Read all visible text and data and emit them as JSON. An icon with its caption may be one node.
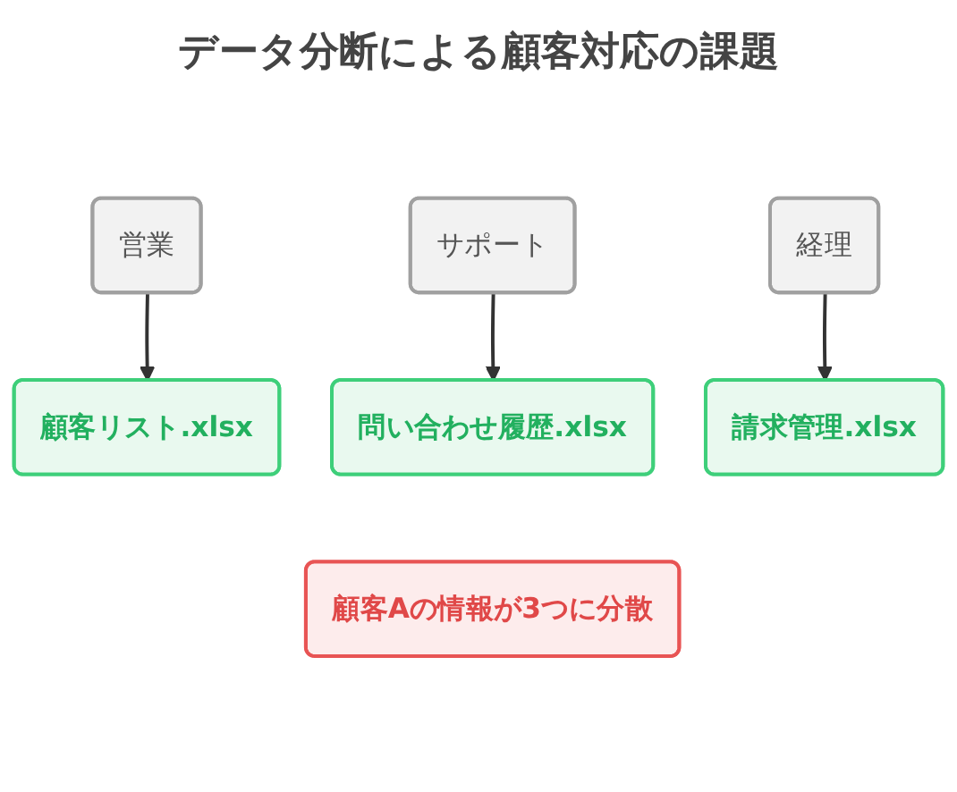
{
  "diagram": {
    "title": "データ分断による顧客対応の課題",
    "nodes": [
      {
        "text": [
          "営業"
        ]
      },
      {
        "text": [
          "サポート"
        ]
      },
      {
        "text": [
          "経理"
        ]
      },
      {
        "text": [
          "顧客リスト.xlsx"
        ]
      },
      {
        "text": [
          "問い合わせ履歴.xlsx"
        ]
      },
      {
        "text": [
          "請求管理.xlsx"
        ]
      },
      {
        "text": [
          "顧客Aの情報が3つに分散"
        ]
      }
    ],
    "edges": [
      {
        "from": 0,
        "to": 3,
        "arrow": "to"
      },
      {
        "from": 1,
        "to": 4,
        "arrow": "to"
      },
      {
        "from": 2,
        "to": 5,
        "arrow": "to"
      }
    ]
  }
}
